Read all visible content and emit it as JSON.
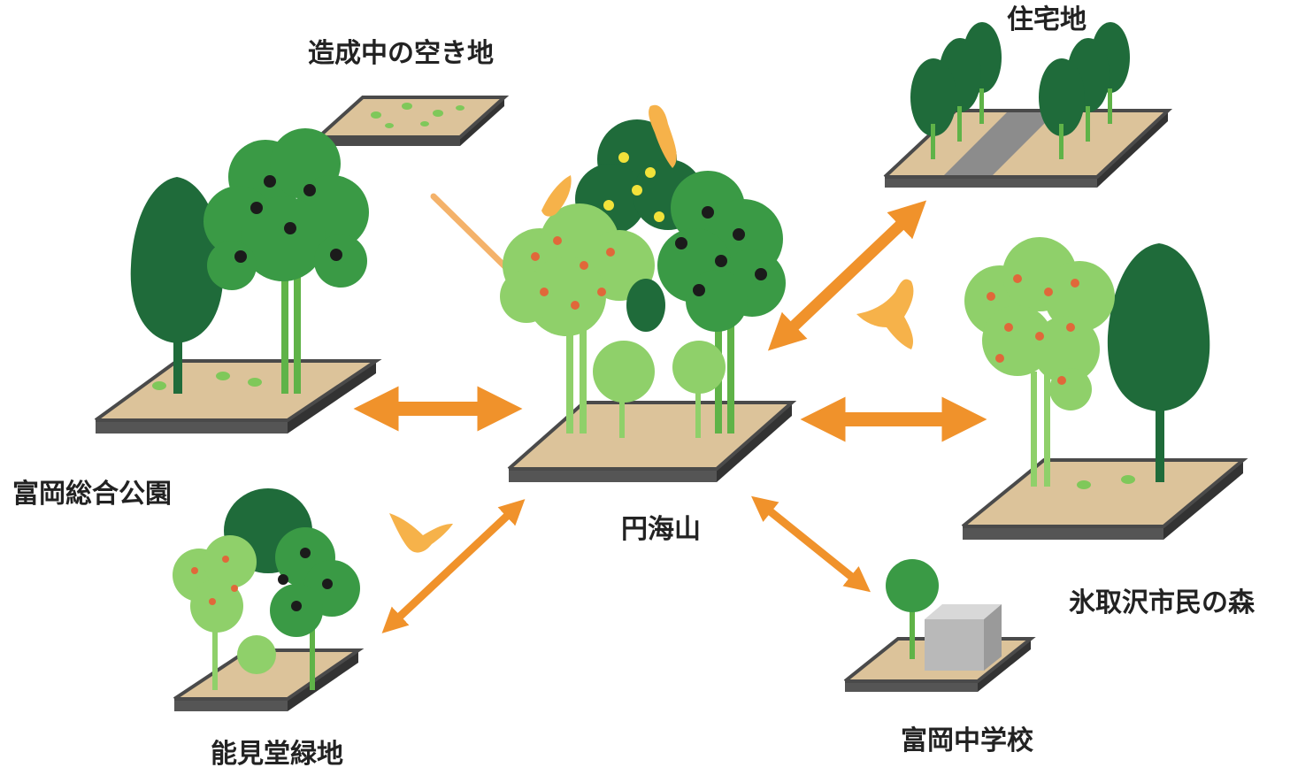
{
  "labels": {
    "empty_lot": "造成中の空き地",
    "residential": "住宅地",
    "park": "富岡総合公園",
    "center": "円海山",
    "forest": "氷取沢市民の森",
    "green": "能見堂緑地",
    "school": "富岡中学校"
  },
  "colors": {
    "arrow": "#f0922b",
    "bird": "#f6b24a",
    "ground": "#dcc39a",
    "ground_edge": "#4a4a4a",
    "tree_dark": "#1f6b3a",
    "tree_mid": "#3a9a45",
    "tree_light": "#8fd06a",
    "berry_black": "#1b1b1b",
    "berry_red": "#e0683a",
    "berry_yellow": "#f2e23a",
    "road": "#8c8c8c",
    "building": "#b9b9b9"
  },
  "icons": [
    "bird-icon",
    "tree-icon",
    "arrow-icon"
  ]
}
